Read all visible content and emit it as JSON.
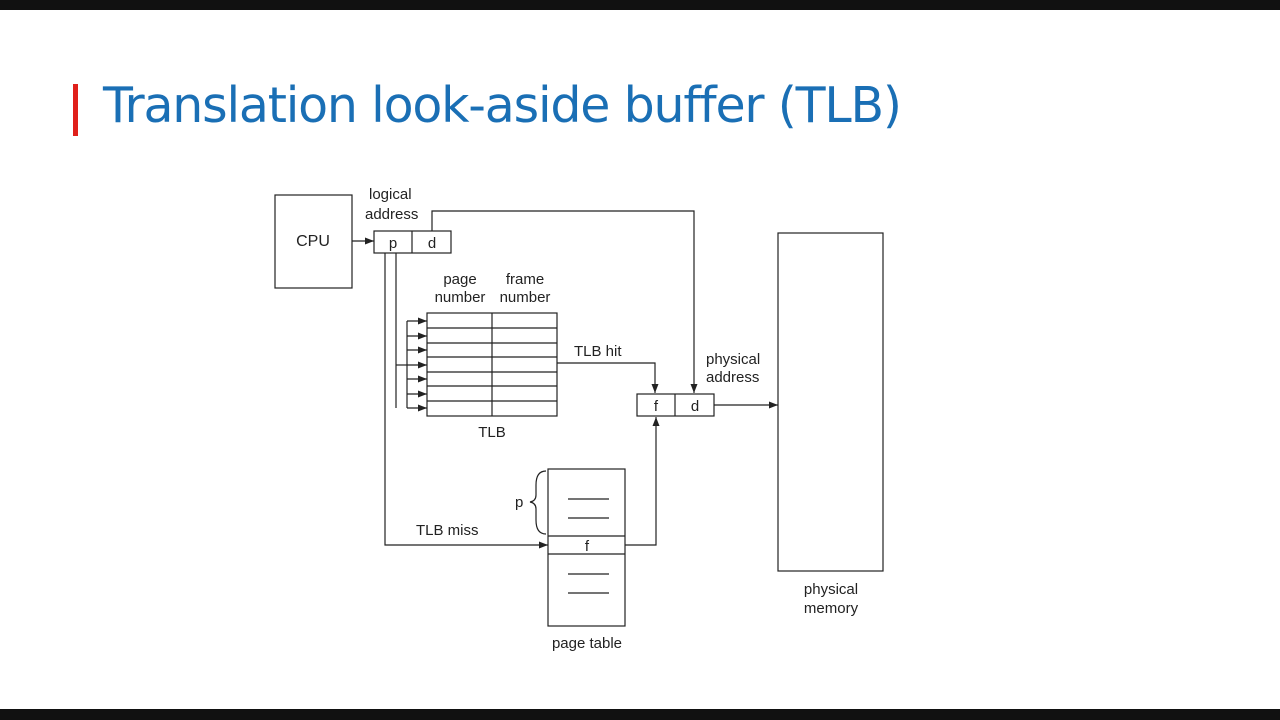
{
  "slide": {
    "title": "Translation look-aside buffer (TLB)",
    "accent_color": "#e0201b",
    "title_color": "#1a6fb5"
  },
  "diagram": {
    "cpu_label": "CPU",
    "logical_address_label": [
      "logical",
      "address"
    ],
    "logical_address_fields": {
      "page": "p",
      "offset": "d"
    },
    "tlb_column_headers": {
      "page_number": [
        "page",
        "number"
      ],
      "frame_number": [
        "frame",
        "number"
      ]
    },
    "tlb_label": "TLB",
    "tlb_hit_label": "TLB hit",
    "tlb_miss_label": "TLB miss",
    "physical_address_label": [
      "physical",
      "address"
    ],
    "physical_address_fields": {
      "frame": "f",
      "offset": "d"
    },
    "page_table_index_label": "p",
    "page_table_entry_label": "f",
    "page_table_label": "page table",
    "physical_memory_label": [
      "physical",
      "memory"
    ]
  }
}
